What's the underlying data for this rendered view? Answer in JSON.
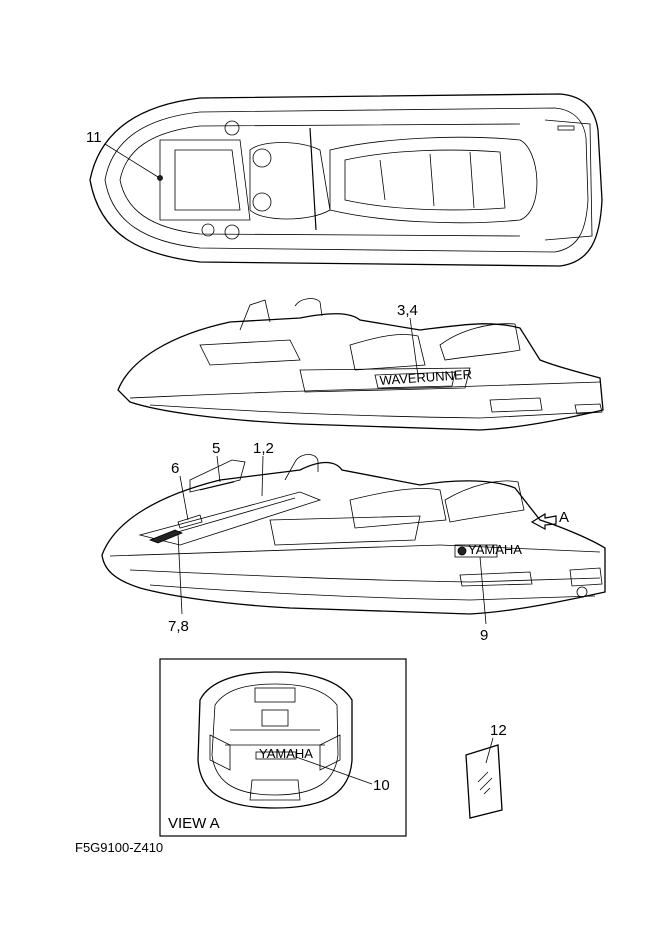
{
  "callouts": {
    "c11": "11",
    "c34": "3,4",
    "c5": "5",
    "c12b": "1,2",
    "c6": "6",
    "c78": "7,8",
    "c9": "9",
    "cA": "A",
    "c10": "10",
    "c12": "12"
  },
  "view_label": "VIEW A",
  "figure_code": "F5G9100-Z410",
  "decal_texts": {
    "side_decal": "WAVERUNNER",
    "logo_decal": "YAMAHA",
    "rear_decal": "YAMAHA"
  }
}
